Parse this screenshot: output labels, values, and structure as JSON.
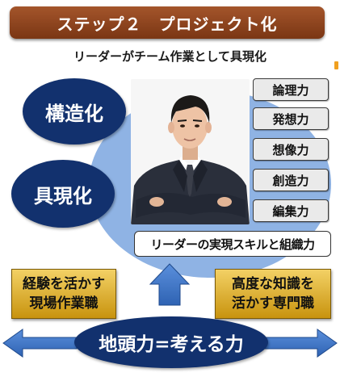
{
  "title": "ステップ２　プロジェクト化",
  "subtitle": "リーダーがチーム作業として具現化",
  "ovals": {
    "structure": "構造化",
    "materialize": "具現化",
    "ground_power": "地頭力=考える力"
  },
  "skills": [
    "論理力",
    "発想力",
    "想像力",
    "創造力",
    "編集力"
  ],
  "leader_skill": "リーダーの実現スキルと組織力",
  "left_box": {
    "line1": "経験を活かす",
    "line2": "現場作業職"
  },
  "right_box": {
    "line1": "高度な知識を",
    "line2": "活かす専門職"
  },
  "colors": {
    "banner": "#8b3f1a",
    "navy": "#12316e",
    "light_blue": "#8fb3e4",
    "arrow_blue": "#3f76c6",
    "gold": "#e0b030"
  }
}
